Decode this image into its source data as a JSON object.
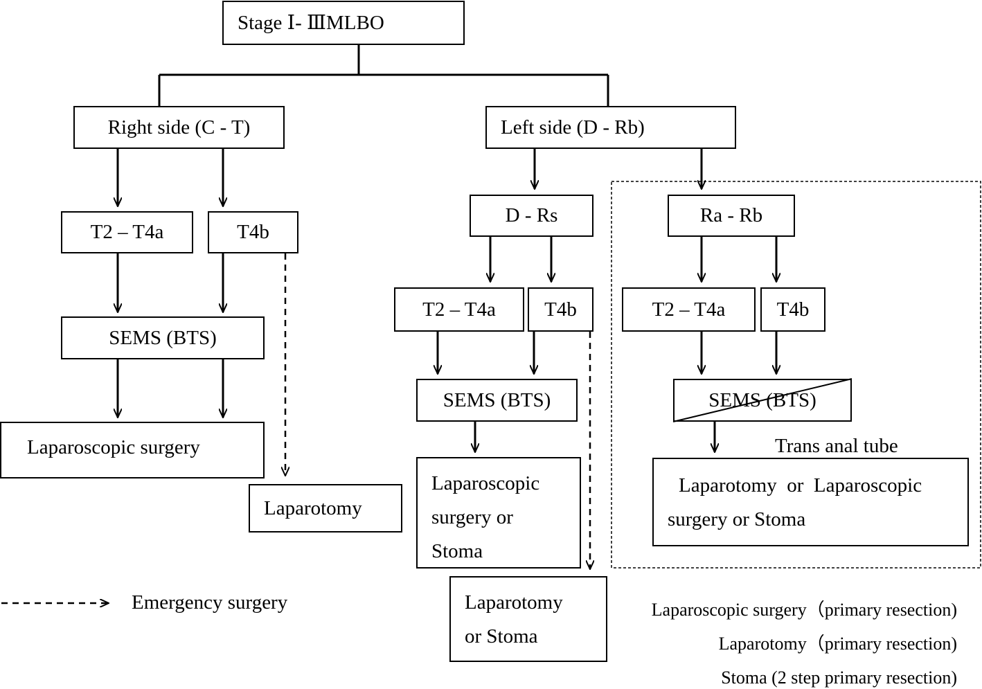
{
  "nodes": {
    "root": "Stage Ⅰ- ⅢMLBO",
    "right_side": "Right side (C - T)",
    "left_side": "Left side (D - Rb)",
    "right_t2t4a": "T2 – T4a",
    "right_t4b": "T4b",
    "right_sems": "SEMS (BTS)",
    "right_lap_surgery": "Laparoscopic surgery",
    "right_laparotomy": "Laparotomy",
    "drs": "D - Rs",
    "rarb": "Ra - Rb",
    "drs_t2t4a": "T2 – T4a",
    "drs_t4b": "T4b",
    "drs_sems": "SEMS (BTS)",
    "drs_outcome": [
      "Laparoscopic",
      "surgery or",
      "Stoma"
    ],
    "drs_emergency_outcome": [
      "Laparotomy",
      "or Stoma"
    ],
    "rarb_t2t4a": "T2 – T4a",
    "rarb_t4b": "T4b",
    "rarb_sems": "SEMS (BTS)",
    "trans_anal_tube": "Trans anal tube",
    "rarb_outcome": [
      "Laparotomy  or  Laparoscopic",
      "surgery or Stoma"
    ]
  },
  "legend": {
    "emergency_label": "Emergency surgery"
  },
  "notes": [
    "Laparoscopic surgery（primary resection)",
    "Laparotomy（primary resection)",
    "Stoma (2 step primary resection)"
  ]
}
